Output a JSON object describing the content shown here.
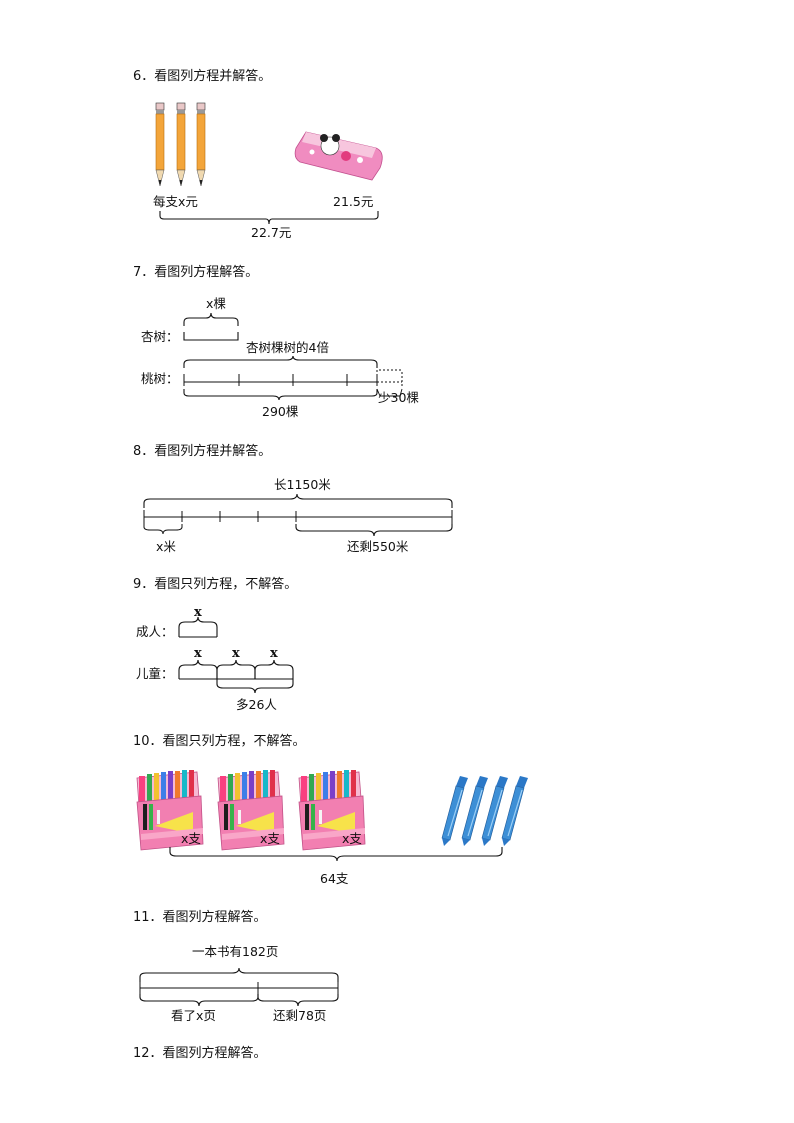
{
  "q6": {
    "title": "6．看图列方程并解答。",
    "pencil_label": "每支x元",
    "pencil_case_label": "21.5元",
    "total": "22.7元",
    "pencil_count": 3
  },
  "q7": {
    "title": "7．看图列方程解答。",
    "apricot_label": "杏树：",
    "apricot_x": "x棵",
    "peach_label": "桃树：",
    "relation": "杏树棵树的4倍",
    "total": "290棵",
    "less": "少30棵"
  },
  "q8": {
    "title": "8．看图列方程并解答。",
    "length": "长1150米",
    "x_label": "x米",
    "remaining": "还剩550米"
  },
  "q9": {
    "title": "9．看图只列方程，不解答。",
    "adult_label": "成人：",
    "child_label": "儿童：",
    "x": "x",
    "more": "多26人"
  },
  "q10": {
    "title": "10．看图只列方程，不解答。",
    "box_label": "x支",
    "total": "64支",
    "box_count": 3,
    "crayon_count": 4
  },
  "q11": {
    "title": "11．看图列方程解答。",
    "book_total": "一本书有182页",
    "read": "看了x页",
    "remaining": "还剩78页"
  },
  "q12": {
    "title": "12．看图列方程解答。"
  },
  "colors": {
    "pencil": "#f3a53a",
    "pencil_case": "#f08cc0",
    "marker_box": "#f27fb1",
    "crayon": "#3d8fd6",
    "line": "#111111"
  }
}
